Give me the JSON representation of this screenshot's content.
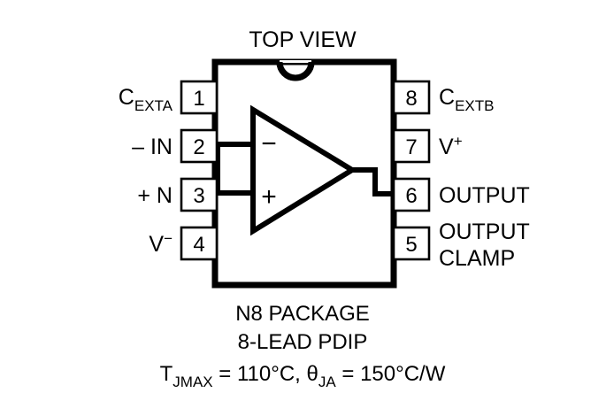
{
  "diagram": {
    "title": "TOP VIEW",
    "package_body": {
      "notch": "semicircle-notch"
    },
    "symbol": {
      "type": "op-amp-triangle",
      "inverting_input_symbol": "−",
      "noninverting_input_symbol": "+"
    },
    "left_pins": [
      {
        "number": "1",
        "label_main": "C",
        "label_sub": "EXTA",
        "label_sup": "",
        "label_line2": ""
      },
      {
        "number": "2",
        "label_main": "– IN",
        "label_sub": "",
        "label_sup": "",
        "label_line2": ""
      },
      {
        "number": "3",
        "label_main": "+ N",
        "label_sub": "",
        "label_sup": "",
        "label_line2": ""
      },
      {
        "number": "4",
        "label_main": "V",
        "label_sub": "",
        "label_sup": "−",
        "label_line2": ""
      }
    ],
    "right_pins": [
      {
        "number": "8",
        "label_main": "C",
        "label_sub": "EXTB",
        "label_sup": "",
        "label_line2": ""
      },
      {
        "number": "7",
        "label_main": "V",
        "label_sub": "",
        "label_sup": "+",
        "label_line2": ""
      },
      {
        "number": "6",
        "label_main": "OUTPUT",
        "label_sub": "",
        "label_sup": "",
        "label_line2": ""
      },
      {
        "number": "5",
        "label_main": "OUTPUT",
        "label_sub": "",
        "label_sup": "",
        "label_line2": "CLAMP"
      }
    ],
    "caption": {
      "line1": "N8 PACKAGE",
      "line2": "8-LEAD PDIP",
      "line3_a_main": "T",
      "line3_a_sub": "JMAX",
      "line3_a_rest": " = 110°C, ",
      "line3_b_main": "θ",
      "line3_b_sub": "JA",
      "line3_b_rest": " = 150°C/W"
    },
    "colors": {
      "ink": "#000000",
      "paper": "#ffffff"
    }
  }
}
